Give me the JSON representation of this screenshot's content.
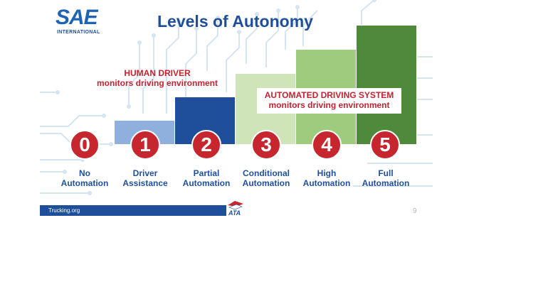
{
  "logo": {
    "main": "SAE",
    "sub": "INTERNATIONAL"
  },
  "title": "Levels of Autonomy",
  "human_driver": {
    "line1": "HUMAN DRIVER",
    "line2": "monitors driving environment"
  },
  "ads": {
    "line1": "AUTOMATED DRIVING SYSTEM",
    "line2": "monitors driving environment"
  },
  "levels": [
    {
      "number": "0",
      "line1": "No",
      "line2": "Automation"
    },
    {
      "number": "1",
      "line1": "Driver",
      "line2": "Assistance"
    },
    {
      "number": "2",
      "line1": "Partial",
      "line2": "Automation"
    },
    {
      "number": "3",
      "line1": "Conditional",
      "line2": "Automation"
    },
    {
      "number": "4",
      "line1": "High",
      "line2": "Automation"
    },
    {
      "number": "5",
      "line1": "Full",
      "line2": "Automation"
    }
  ],
  "colors": {
    "bar_1": "#8fb0dd",
    "bar_2": "#1f4f9a",
    "bar_3": "#cfe4b8",
    "bar_4": "#9fcb7f",
    "bar_5": "#4f8a3c",
    "circle": "#c6262e",
    "accent_red": "#c52231",
    "navy": "#1f4f9a"
  },
  "footer": {
    "site": "Trucking.org",
    "page": "9",
    "ata_logo": "ATA"
  }
}
